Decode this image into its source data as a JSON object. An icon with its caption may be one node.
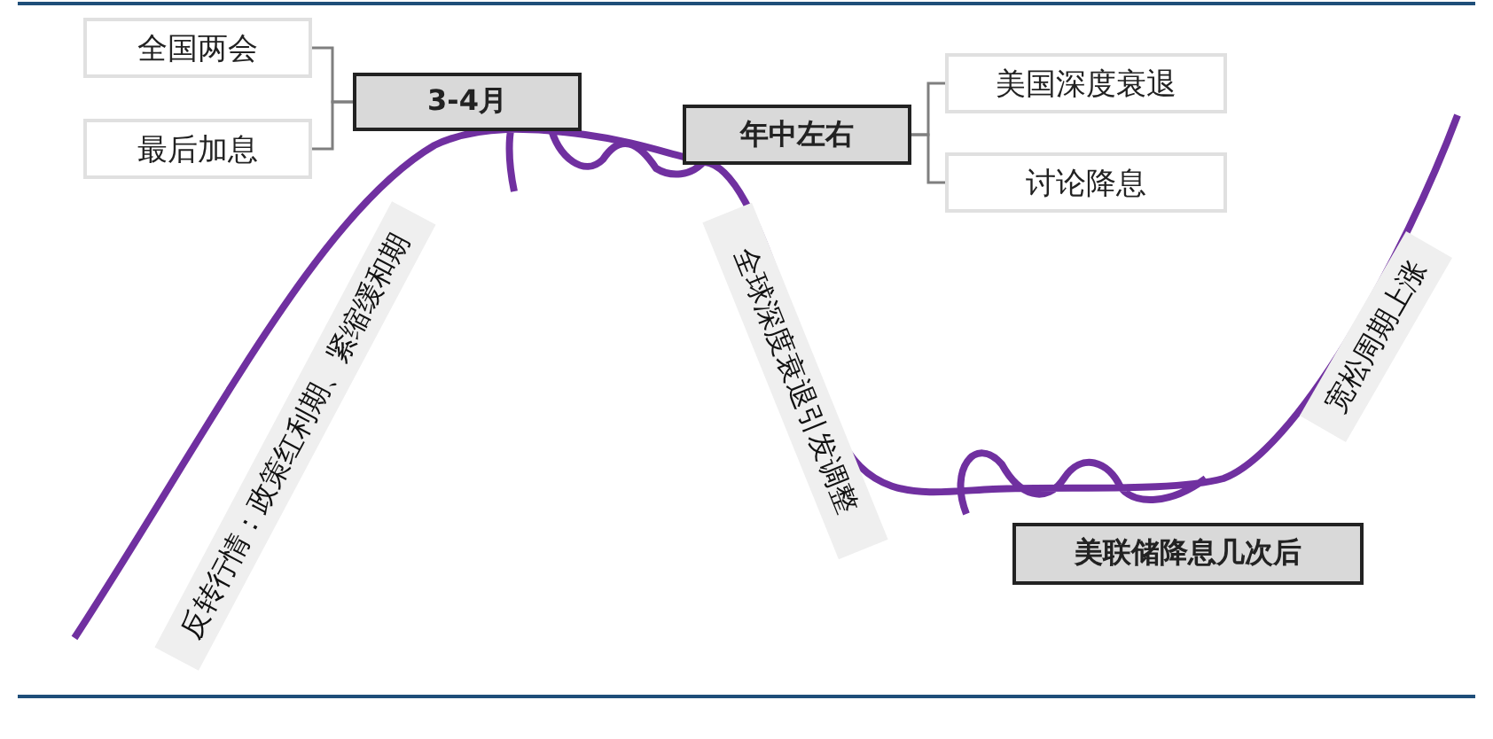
{
  "diagram": {
    "nodes": [
      {
        "text": [
          "全国两会"
        ]
      },
      {
        "text": [
          "最后加息"
        ]
      },
      {
        "text": [
          "3-4月"
        ]
      },
      {
        "text": [
          "年中左右"
        ]
      },
      {
        "text": [
          "美国深度衰退"
        ]
      },
      {
        "text": [
          "讨论降息"
        ]
      },
      {
        "text": [
          "反转行情：政策红利期、紧缩缓和期"
        ]
      },
      {
        "text": [
          "全球深度衰退引发调整"
        ]
      },
      {
        "text": [
          "美联储降息几次后"
        ]
      },
      {
        "text": [
          "宽松周期上涨"
        ]
      }
    ],
    "edges": [
      {
        "from": 0,
        "to": 2,
        "arrow": "none"
      },
      {
        "from": 1,
        "to": 2,
        "arrow": "none"
      },
      {
        "from": 3,
        "to": 4,
        "arrow": "none"
      },
      {
        "from": 3,
        "to": 5,
        "arrow": "none"
      }
    ]
  }
}
